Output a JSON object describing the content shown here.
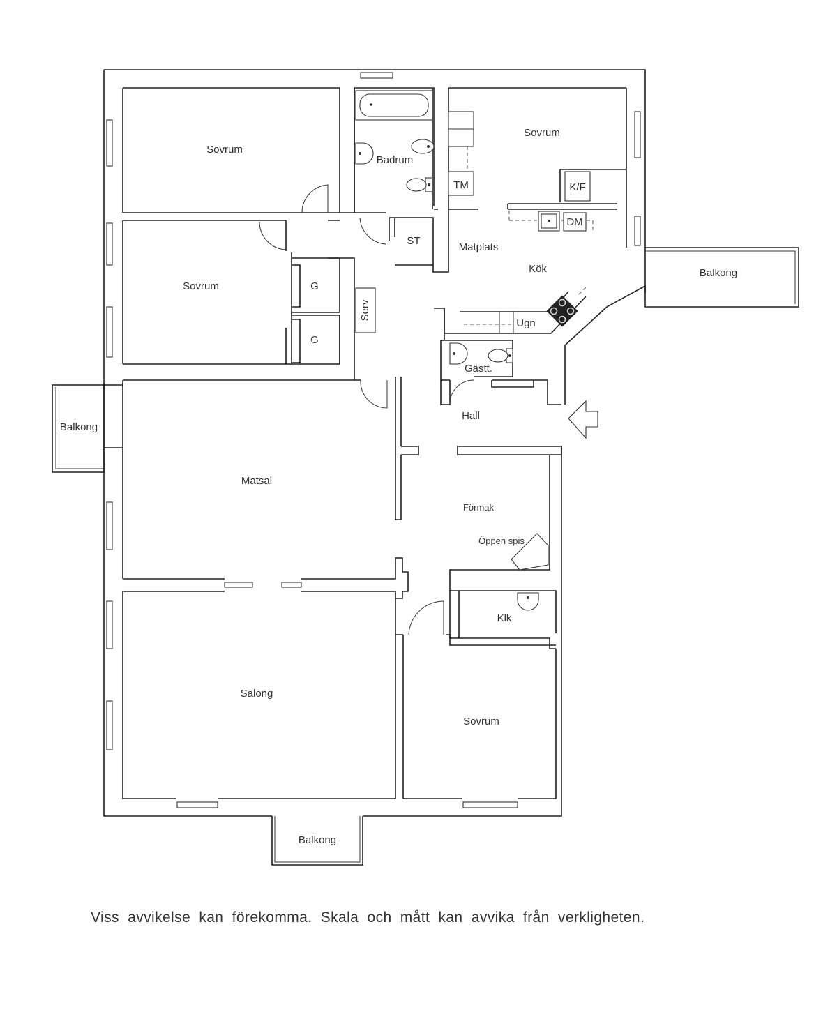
{
  "rooms": {
    "sovrum_top_left": "Sovrum",
    "sovrum_top_right": "Sovrum",
    "sovrum_mid_left": "Sovrum",
    "sovrum_bottom_right": "Sovrum",
    "badrum": "Badrum",
    "tm": "TM",
    "kf": "K/F",
    "dm": "DM",
    "st": "ST",
    "matplats": "Matplats",
    "kok": "Kök",
    "balkong_right": "Balkong",
    "balkong_left": "Balkong",
    "balkong_bottom": "Balkong",
    "g_top": "G",
    "g_bottom": "G",
    "serv": "Serv",
    "ugn": "Ugn",
    "gastt": "Gästt.",
    "hall": "Hall",
    "matsal": "Matsal",
    "formak": "Förmak",
    "oppen_spis": "Öppen spis",
    "klk": "Klk",
    "salong": "Salong"
  },
  "disclaimer": "Viss avvikelse kan förekomma. Skala och mått kan avvika från verkligheten.",
  "icons": [
    "entrance-arrow-icon",
    "stove-icon",
    "sink-icon",
    "toilet-icon",
    "bathtub-icon",
    "washbasin-icon"
  ]
}
